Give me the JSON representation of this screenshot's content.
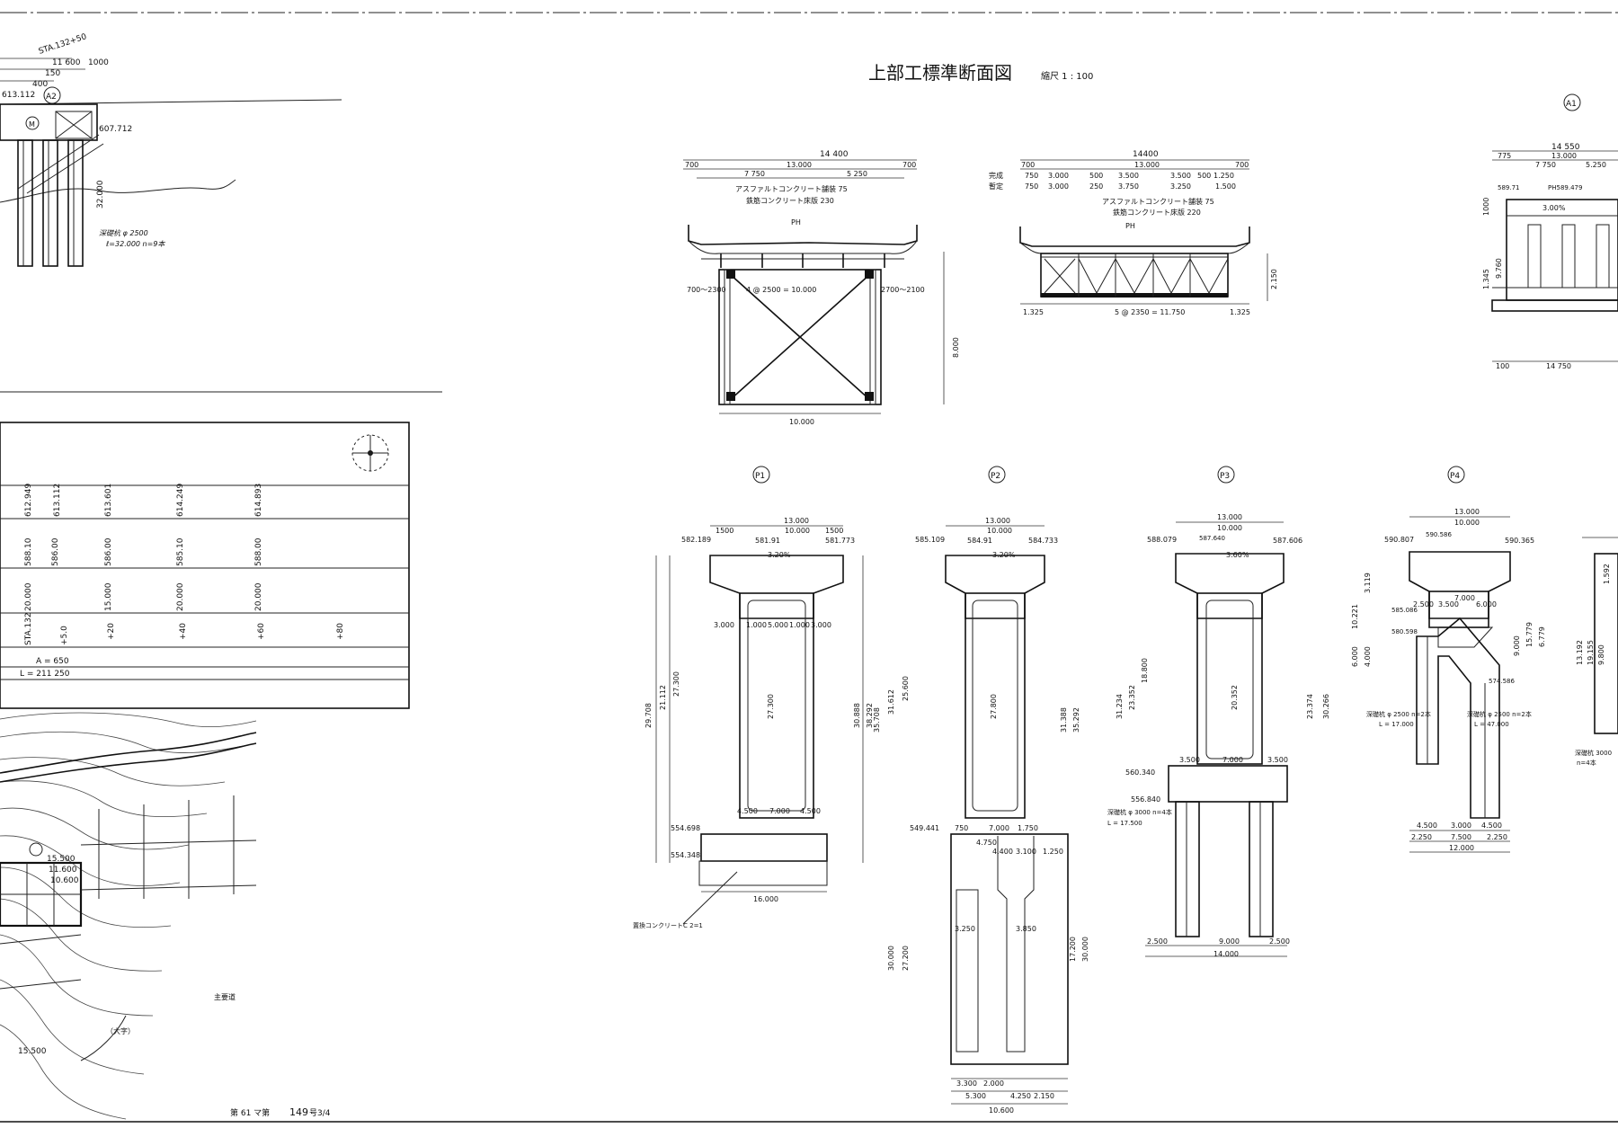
{
  "sheet": {
    "title": "上部工標準断面図",
    "scale": "縮尺 1 : 100",
    "footer": {
      "label": "第 61 マ第",
      "number": "149",
      "sheet": "号3/4"
    }
  },
  "markers": {
    "a1": "A1",
    "a2": "A2",
    "p1": "P1",
    "p2": "P2",
    "p3": "P3",
    "p4": "P4"
  },
  "elevation": {
    "sta": "STA.132+50",
    "dims": [
      "11 600",
      "1000",
      "150",
      "400"
    ],
    "elev_a2": "613.112",
    "elev_right": "607.712",
    "m_label": "M",
    "pile_note": "深礎杭 φ 2500",
    "pile_note2": "ℓ=32.000 n=9本",
    "pile_len": "32.000"
  },
  "profile": {
    "elevations": [
      "612.949",
      "613.112",
      "613.601",
      "614.249",
      "614.893"
    ],
    "ground": [
      "588.10",
      "586.00",
      "585.10",
      "588.00"
    ],
    "depth": [
      "20.000",
      "15.000",
      "20.000",
      "20.000"
    ],
    "stations": [
      "+20",
      "+40",
      "+60",
      "+80"
    ],
    "sta_label": "STA.132",
    "sta_plus": "+5.0",
    "a_value": "A = 650",
    "l_value": "L = 211 250"
  },
  "plan": {
    "dims": [
      "15.500",
      "11.600",
      "10.600"
    ],
    "road": "主要道",
    "village": "（大字）",
    "bottom_dim": "15.500"
  },
  "section_steel": {
    "total_width": "14 400",
    "parts": [
      "700",
      "13.000",
      "700"
    ],
    "lanes": [
      "7 750",
      "5 250"
    ],
    "paving": "アスファルトコンクリート舗装 75",
    "slab": "鉄筋コンクリート床版 230",
    "ph": "PH",
    "girders": "4 @ 2500 = 10.000",
    "left_var": "700～2300",
    "right_var": "2700～2100",
    "height": "8.000",
    "bottom": "10.000"
  },
  "section_truss": {
    "total_width": "14400",
    "parts": [
      "700",
      "13.000",
      "700"
    ],
    "row1_label": "完成",
    "row2_label": "暫定",
    "row1": [
      "750",
      "3.000",
      "500",
      "3.500",
      "3.500",
      "500",
      "1.250"
    ],
    "row2": [
      "750",
      "3.000",
      "250",
      "3.750",
      "3.250",
      "1.500"
    ],
    "paving": "アスファルトコンクリート舗装 75",
    "slab": "鉄筋コンクリート床版 220",
    "ph": "PH",
    "height": "2.150",
    "girders": "5 @ 2350 = 11.750",
    "ends": [
      "1.325",
      "1.325"
    ]
  },
  "section_a1": {
    "total_width": "14 550",
    "dims": [
      "775",
      "13.000",
      "7 750",
      "5.250"
    ],
    "ph_labels": [
      "PH589.479",
      "589.71"
    ],
    "slope": "3.00%",
    "heights": [
      "1000",
      "1.345",
      "9.760"
    ],
    "bottom": [
      "100",
      "14 750"
    ]
  },
  "piers": {
    "p1": {
      "top": "13.000",
      "inner": "10.000",
      "sides": [
        "1500",
        "1500"
      ],
      "elev_l": "582.189",
      "elev_r": "581.773",
      "elev_c": "581.91",
      "slope": "3.20%",
      "heights": [
        "29.708",
        "21.112",
        "27.300"
      ],
      "right_heights": [
        "30.888",
        "38.292"
      ],
      "col": [
        "3.000",
        "1.000",
        "5.000",
        "1.000",
        "3.000"
      ],
      "inner_h": "27.300",
      "base_w": "16.000",
      "base_elev": [
        "554.698",
        "554.348"
      ],
      "footing": [
        "4.500",
        "7.000",
        "4.500"
      ],
      "note": "置換コンクリートC 2=1"
    },
    "p2": {
      "top": "13.000",
      "inner": "10.000",
      "elev_l": "585.109",
      "elev_r": "584.733",
      "elev_c": "584.91",
      "slope": "3.20%",
      "heights": [
        "35.708",
        "31.612",
        "25.600"
      ],
      "right_heights": [
        "31.388",
        "35.292"
      ],
      "inner_h": "27.800",
      "base_elev": "549.441",
      "footing": [
        "750",
        "7.000",
        "1.750"
      ],
      "caisson": [
        "4.750",
        "4.400",
        "3.100",
        "1.250"
      ],
      "lower": [
        "3.250",
        "3.850",
        "30.000",
        "27.200",
        "17.200",
        "30.000"
      ],
      "bottom": [
        "3.300",
        "2.000",
        "4.250",
        "2.150",
        "5.300",
        "10.600"
      ]
    },
    "p3": {
      "top": "13.000",
      "inner": "10.000",
      "elev_l": "588.079",
      "elev_r": "587.606",
      "elev_c": "587.640",
      "slope": "3.60%",
      "heights": [
        "31.234",
        "23.352",
        "18.800"
      ],
      "right_heights": [
        "23.374",
        "30.266"
      ],
      "inner_h": "20.352",
      "elev_base": [
        "560.340",
        "556.840"
      ],
      "pile": "深礎杭 φ 3000 n=4本",
      "pile_l": "L = 17.500",
      "footing": [
        "3.500",
        "7.000",
        "3.500"
      ],
      "base": [
        "2.500",
        "9.000",
        "2.500"
      ],
      "bottom": "14.000"
    },
    "p4": {
      "top": "13.000",
      "inner": "10.000",
      "elev_l": "590.807",
      "elev_r": "590.365",
      "elev_c": "590.586",
      "heights": [
        "10.221",
        "3.119",
        "6.000",
        "4.000"
      ],
      "mid": [
        "2.500",
        "3.500",
        "7.000",
        "6.000"
      ],
      "elev_mid": [
        "585.086",
        "580.598",
        "574.586"
      ],
      "pile_l": "深礎杭 φ 2500 n=2本",
      "pile_l2": "L = 17.000",
      "pile_r": "深礎杭 φ 2500 n=2本",
      "pile_r2": "L = 47.000",
      "right": [
        "15.779",
        "6.779",
        "9.000"
      ],
      "footing": [
        "4.500",
        "3.000",
        "4.500"
      ],
      "base": [
        "2.250",
        "7.500",
        "2.250"
      ],
      "bottom": "12.000"
    },
    "p5": {
      "dims": [
        "13.192",
        "19.155",
        "9.800"
      ],
      "elev": "1.592",
      "pile": "深礎杭 3000",
      "pile2": "n=4本"
    }
  }
}
